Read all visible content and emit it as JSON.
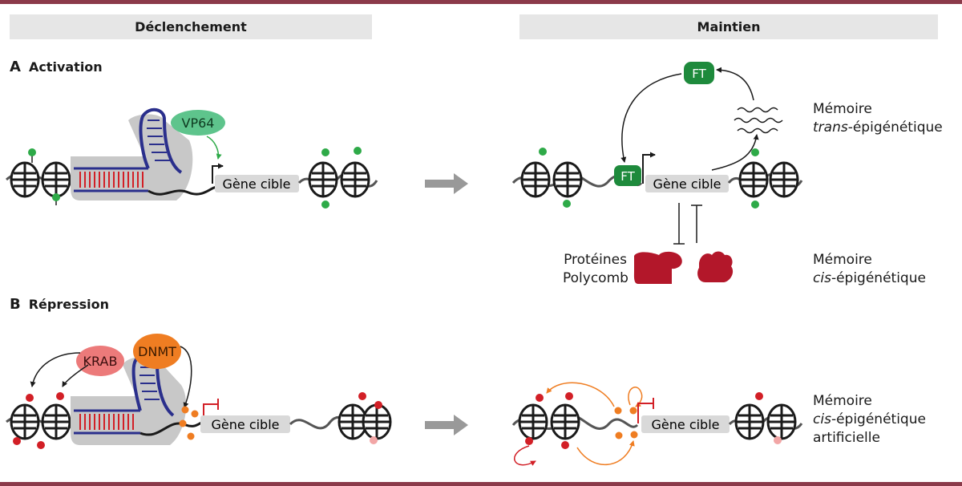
{
  "headers": {
    "trigger": "Déclenchement",
    "maintenance": "Maintien"
  },
  "sections": {
    "a": {
      "letter": "A",
      "title": "Activation"
    },
    "b": {
      "letter": "B",
      "title": "Répression"
    }
  },
  "labels": {
    "vp64": "VP64",
    "krab": "KRAB",
    "dnmt": "DNMT",
    "ft": "FT",
    "gene": "Gène cible",
    "polycomb_line1": "Protéines",
    "polycomb_line2": "Polycomb"
  },
  "memory": {
    "trans": {
      "line1": "Mémoire",
      "line2_em": "trans",
      "line2_rest": "-épigénétique"
    },
    "cis": {
      "line1": "Mémoire",
      "line2_em": "cis",
      "line2_rest": "-épigénétique"
    },
    "artificial": {
      "line1": "Mémoire",
      "line2_em": "cis",
      "line2_rest": "-épigénétique",
      "line3": "artificielle"
    }
  },
  "colors": {
    "rule": "#8b3a4a",
    "header_bg": "#e6e6e6",
    "vp64": "#5ec48c",
    "ft": "#1e8a3c",
    "krab": "#ec7a7a",
    "dnmt": "#ef7d22",
    "polycomb": "#b3172a",
    "dcas9": "#c8c8c8",
    "guide_rna": "#2a2f8c",
    "methyl_red": "#d21f26",
    "methyl_orange": "#ef7d22",
    "mark_green": "#2eaa48",
    "arrow_gray": "#999999"
  }
}
